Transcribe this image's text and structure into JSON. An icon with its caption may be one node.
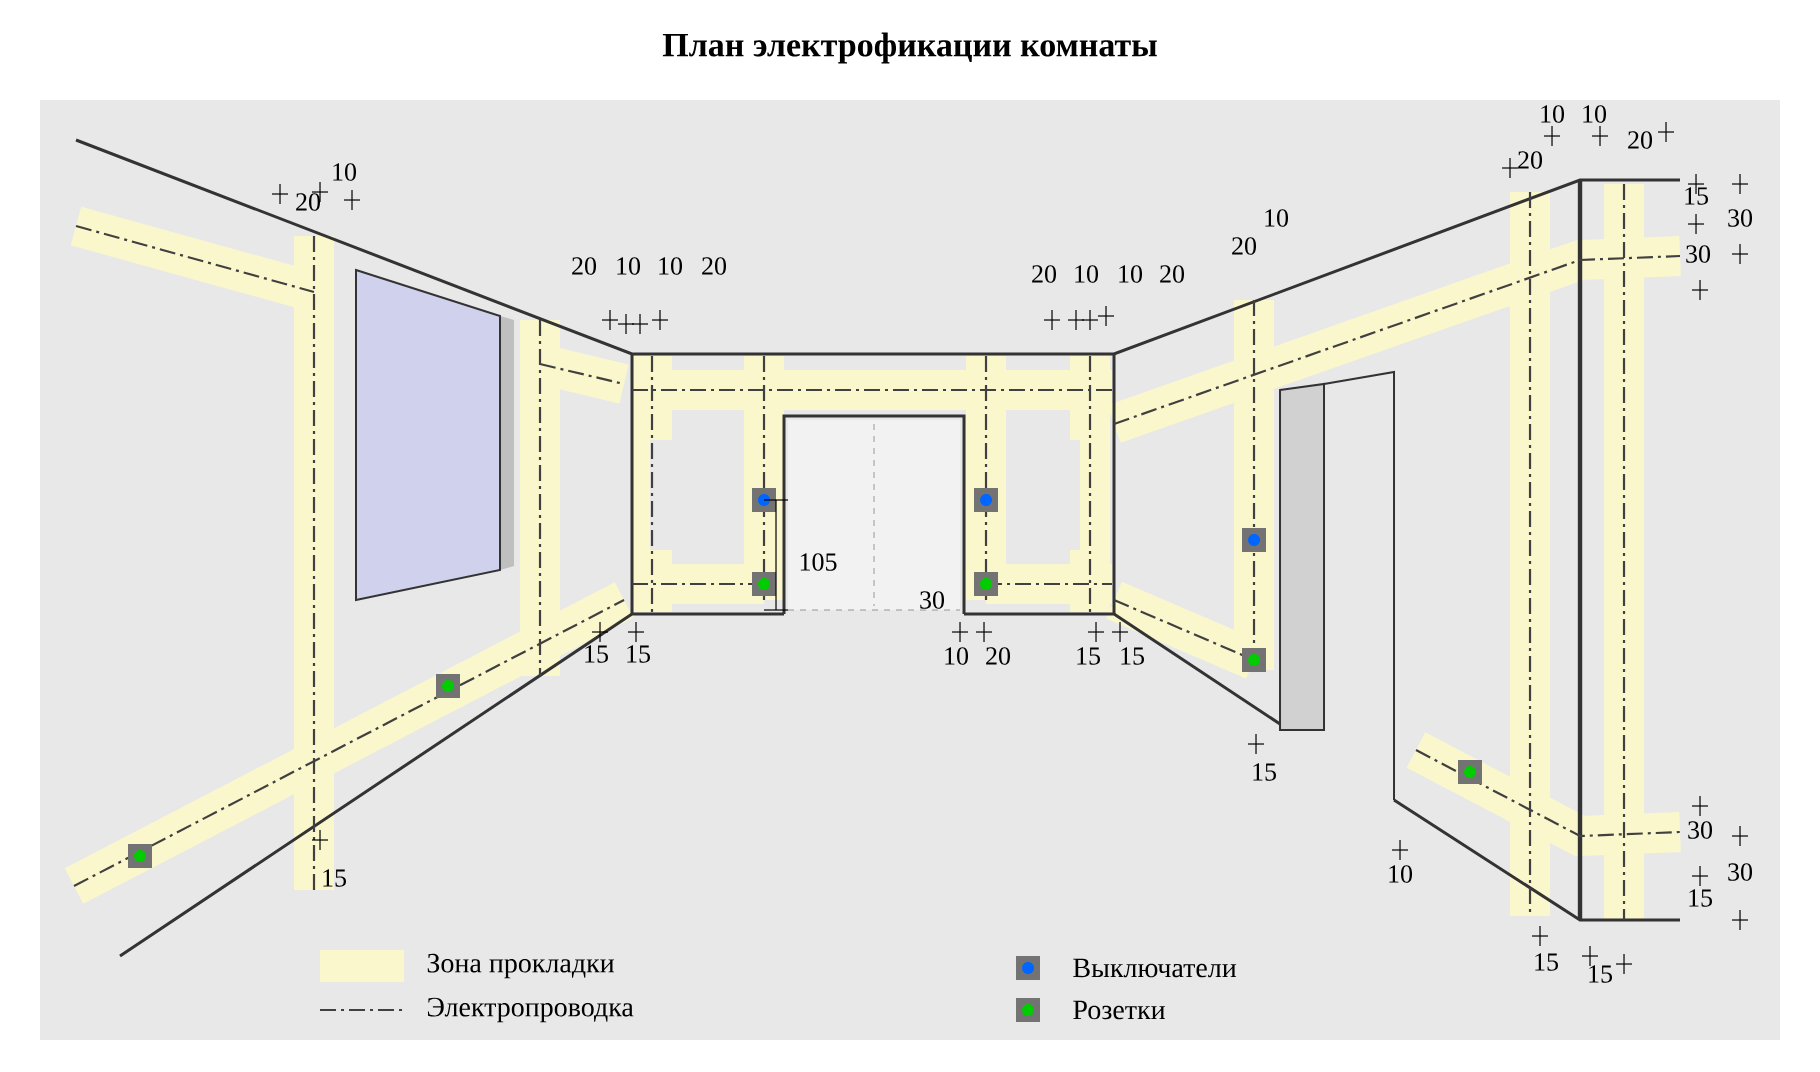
{
  "diagram": {
    "title": "План электрофикации комнаты",
    "labels": [
      "10",
      "10",
      "20",
      "20",
      "10",
      "20",
      "10",
      "20",
      "15",
      "30",
      "30",
      "20",
      "10",
      "10",
      "20",
      "20",
      "10",
      "10",
      "20",
      "105",
      "30",
      "15",
      "15",
      "10",
      "20",
      "15",
      "15",
      "15",
      "30",
      "30",
      "15",
      "15",
      "10",
      "15",
      "15"
    ],
    "legend": [
      {
        "text": "Зона прокладки",
        "color": "#fbf7cc"
      },
      {
        "text": "Электропроводка"
      },
      {
        "text": "Выключатели"
      },
      {
        "text": "Розетки"
      }
    ]
  }
}
